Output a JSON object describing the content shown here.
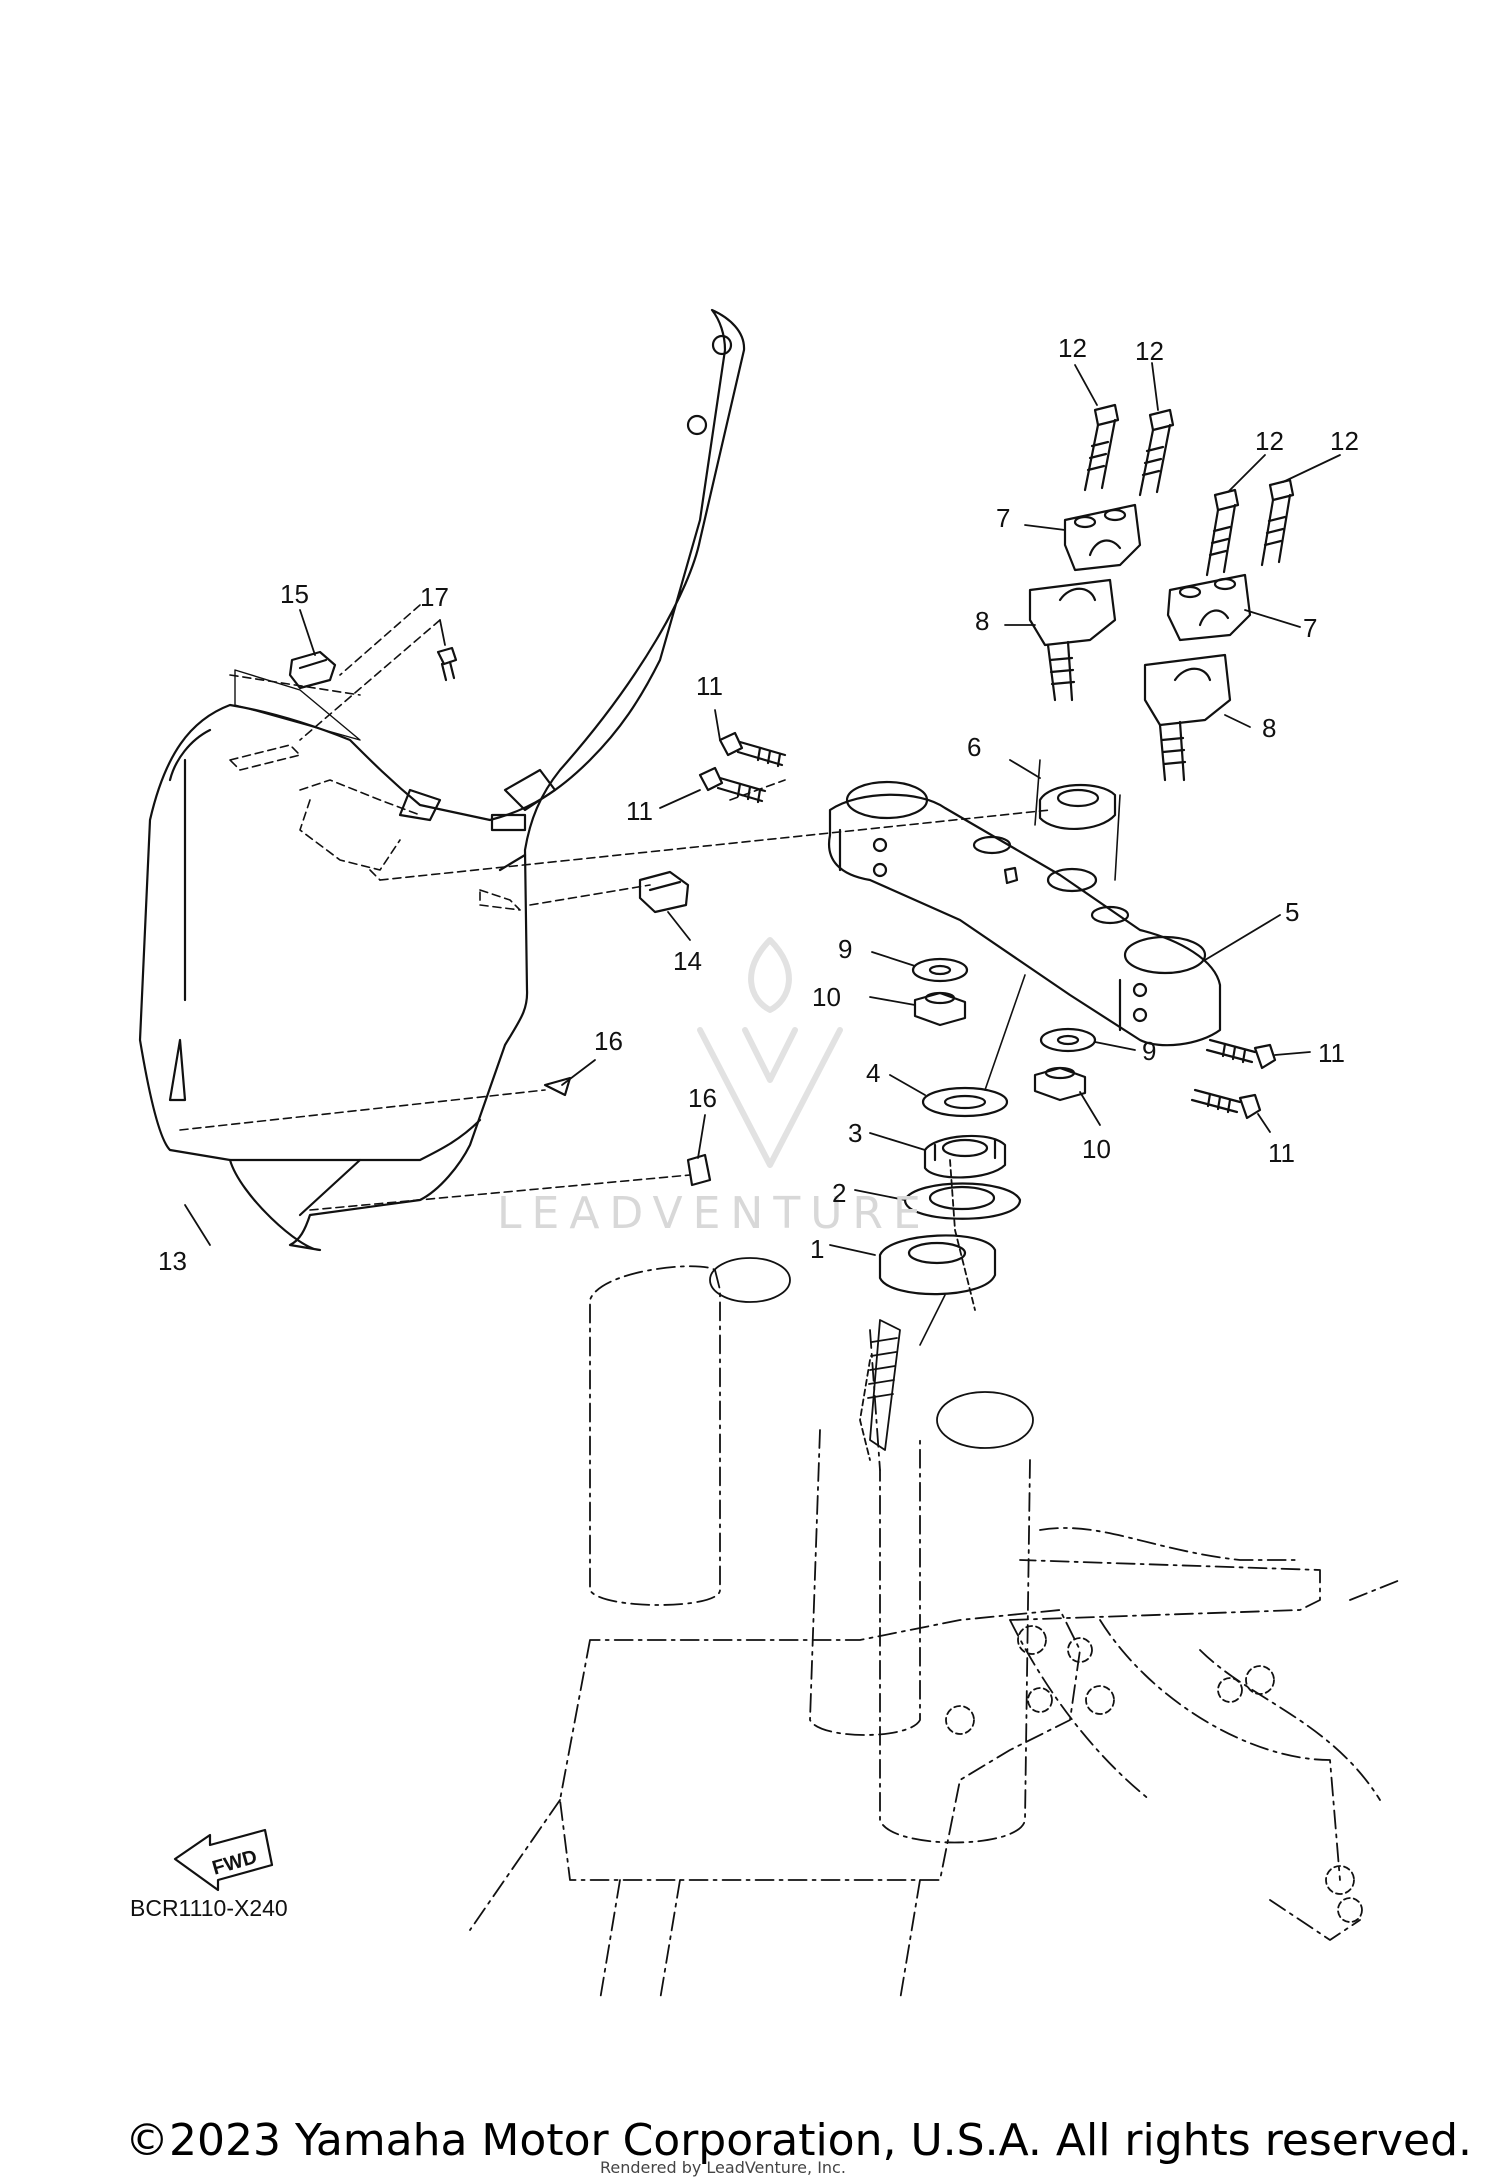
{
  "diagram": {
    "code": "BCR1110-X240",
    "fwd_label": "FWD",
    "watermark": "LEADVENTURE",
    "callouts": [
      {
        "id": "c1",
        "label": "1"
      },
      {
        "id": "c2",
        "label": "2"
      },
      {
        "id": "c3",
        "label": "3"
      },
      {
        "id": "c4",
        "label": "4"
      },
      {
        "id": "c5",
        "label": "5"
      },
      {
        "id": "c6",
        "label": "6"
      },
      {
        "id": "c7a",
        "label": "7"
      },
      {
        "id": "c7b",
        "label": "7"
      },
      {
        "id": "c8a",
        "label": "8"
      },
      {
        "id": "c8b",
        "label": "8"
      },
      {
        "id": "c9a",
        "label": "9"
      },
      {
        "id": "c9b",
        "label": "9"
      },
      {
        "id": "c10a",
        "label": "10"
      },
      {
        "id": "c10b",
        "label": "10"
      },
      {
        "id": "c11a",
        "label": "11"
      },
      {
        "id": "c11b",
        "label": "11"
      },
      {
        "id": "c11c",
        "label": "11"
      },
      {
        "id": "c11d",
        "label": "11"
      },
      {
        "id": "c12a",
        "label": "12"
      },
      {
        "id": "c12b",
        "label": "12"
      },
      {
        "id": "c12c",
        "label": "12"
      },
      {
        "id": "c12d",
        "label": "12"
      },
      {
        "id": "c13",
        "label": "13"
      },
      {
        "id": "c14",
        "label": "14"
      },
      {
        "id": "c15",
        "label": "15"
      },
      {
        "id": "c16a",
        "label": "16"
      },
      {
        "id": "c16b",
        "label": "16"
      },
      {
        "id": "c17",
        "label": "17"
      }
    ]
  },
  "footer": {
    "copyright": "©2023 Yamaha Motor Corporation, U.S.A. All rights reserved.",
    "rendered_by": "Rendered by LeadVenture, Inc."
  }
}
